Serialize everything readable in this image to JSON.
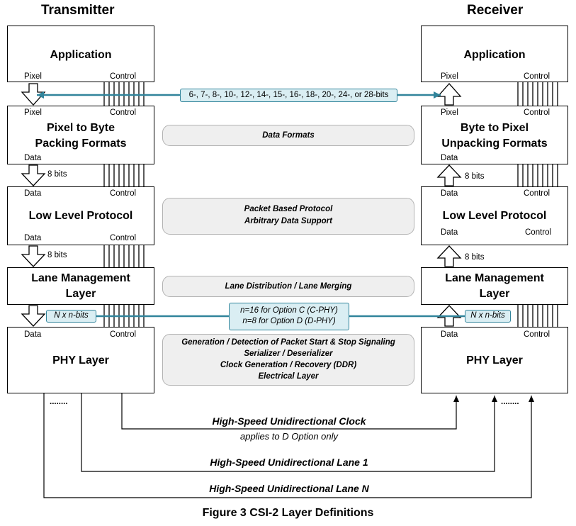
{
  "headers": {
    "transmitter": "Transmitter",
    "receiver": "Receiver"
  },
  "tx": {
    "app_title": "Application",
    "pack_title_1": "Pixel to Byte",
    "pack_title_2": "Packing Formats",
    "llp_title": "Low Level Protocol",
    "lane_title_1": "Lane Management",
    "lane_title_2": "Layer",
    "phy_title": "PHY Layer"
  },
  "rx": {
    "app_title": "Application",
    "pack_title_1": "Byte to Pixel",
    "pack_title_2": "Unpacking Formats",
    "llp_title": "Low Level Protocol",
    "lane_title_1": "Lane Management",
    "lane_title_2": "Layer",
    "phy_title": "PHY Layer"
  },
  "labels": {
    "pixel": "Pixel",
    "control": "Control",
    "data": "Data",
    "eight_bits": "8 bits",
    "n_bits": "N x n-bits",
    "dots": "........"
  },
  "middle": {
    "bit_widths": "6-, 7-, 8-, 10-, 12-, 14-, 15-, 16-, 18-, 20-, 24-, or 28-bits",
    "data_formats": "Data Formats",
    "llp_line1": "Packet Based Protocol",
    "llp_line2": "Arbitrary Data Support",
    "lane_dist": "Lane Distribution / Lane Merging",
    "opt_c": "n=16 for Option C (C-PHY)",
    "opt_d": "n=8 for Option D (D-PHY)",
    "phy_line1": "Generation / Detection of Packet Start & Stop Signaling",
    "phy_line2": "Serializer / Deserializer",
    "phy_line3": "Clock Generation / Recovery (DDR)",
    "phy_line4": "Electrical Layer"
  },
  "lanes": {
    "clock": "High-Speed Unidirectional Clock",
    "clock_note": "applies to D Option only",
    "lane1": "High-Speed Unidirectional Lane 1",
    "laneN": "High-Speed Unidirectional Lane N"
  },
  "caption": "Figure 3 CSI-2 Layer Definitions",
  "colors": {
    "teal": "#31849b",
    "teal_fill": "#daeef3",
    "pill_fill": "#efefef"
  }
}
